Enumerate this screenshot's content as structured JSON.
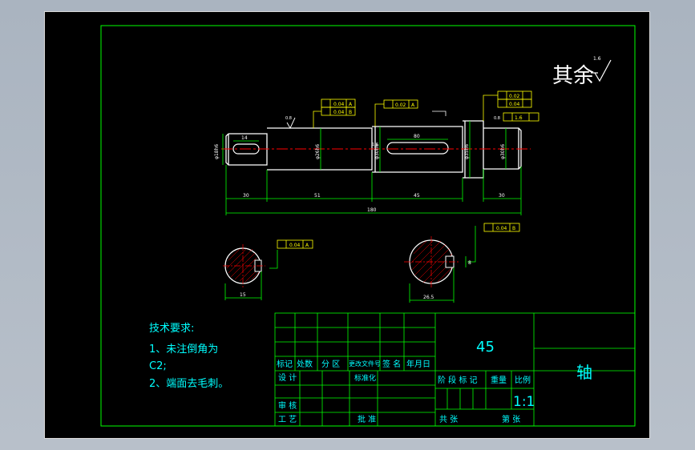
{
  "colors": {
    "frame": "#00ff00",
    "outline": "#ffffff",
    "dimension": "#00ff00",
    "centerline": "#ff0000",
    "annotation": "#ffff00",
    "text": "#00ffff",
    "background": "#000000"
  },
  "roughness": {
    "label": "其余",
    "value": "1.6"
  },
  "surface_marks": {
    "left": "0.8",
    "right": "0.8",
    "key": "1.6",
    "flange": "1.6"
  },
  "tolerances": {
    "top_left_1": "0.04",
    "top_left_2": "0.04",
    "top_mid": "0.02",
    "top_right_1": "0.02",
    "top_right_2": "0.04",
    "section_left": "0.04",
    "section_right": "0.04",
    "datum_a": "A",
    "datum_b": "B"
  },
  "dimensions": {
    "key_left_len": "14",
    "key_right_len": "80",
    "d1": "φ18h6",
    "d2": "φ26h6",
    "d3": "φ30h6",
    "d4": "φ35h6",
    "d5": "φ30h6",
    "len1": "30",
    "len2": "51",
    "len3": "45",
    "len4": "30",
    "total": "180",
    "sec_left_depth": "15",
    "sec_right_depth": "26.5",
    "sec_right_key": "8"
  },
  "tech_requirements": {
    "title": "技术要求:",
    "line1": "1、未注倒角为",
    "line2": "C2;",
    "line3": "2、端面去毛刺。"
  },
  "title_block": {
    "material": "45",
    "part_name": "轴",
    "mark": "标记",
    "count": "处数",
    "zone": "分 区",
    "change_doc": "更改文件号",
    "sign": "签 名",
    "date": "年月日",
    "design": "设 计",
    "standardize": "标准化",
    "stage_mark": "阶 段 标 记",
    "weight": "重量",
    "scale_label": "比例",
    "scale": "1:1",
    "review": "审 核",
    "process": "工 艺",
    "approve": "批 准",
    "total_sheets": "共 张",
    "sheet_no": "第 张"
  }
}
